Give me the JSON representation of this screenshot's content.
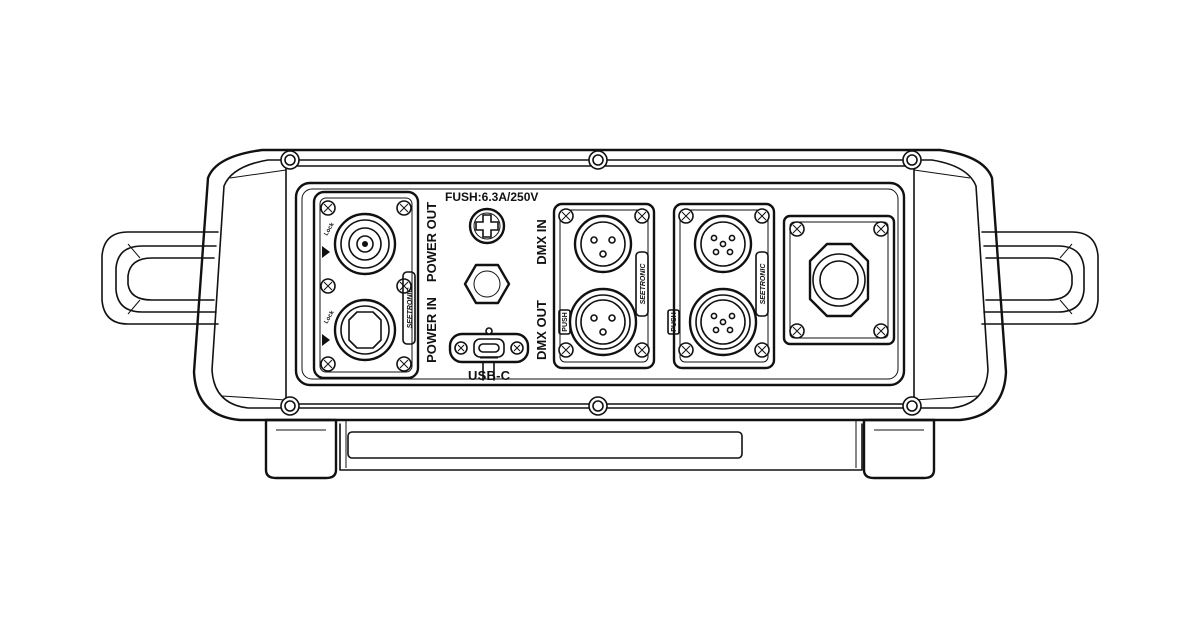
{
  "labels": {
    "fuse": "FUSH:6.3A/250V",
    "power_out": "POWER OUT",
    "power_in": "POWER IN",
    "dmx_in": "DMX IN",
    "dmx_out": "DMX OUT",
    "usb": "USB-C",
    "push_1": "PUSH",
    "push_2": "PUSH",
    "brand_1": "SEETRONIC",
    "brand_2": "SEETRONIC",
    "brand_power": "SEETRONIC",
    "lock_1": "Lock",
    "lock_2": "Lock"
  }
}
